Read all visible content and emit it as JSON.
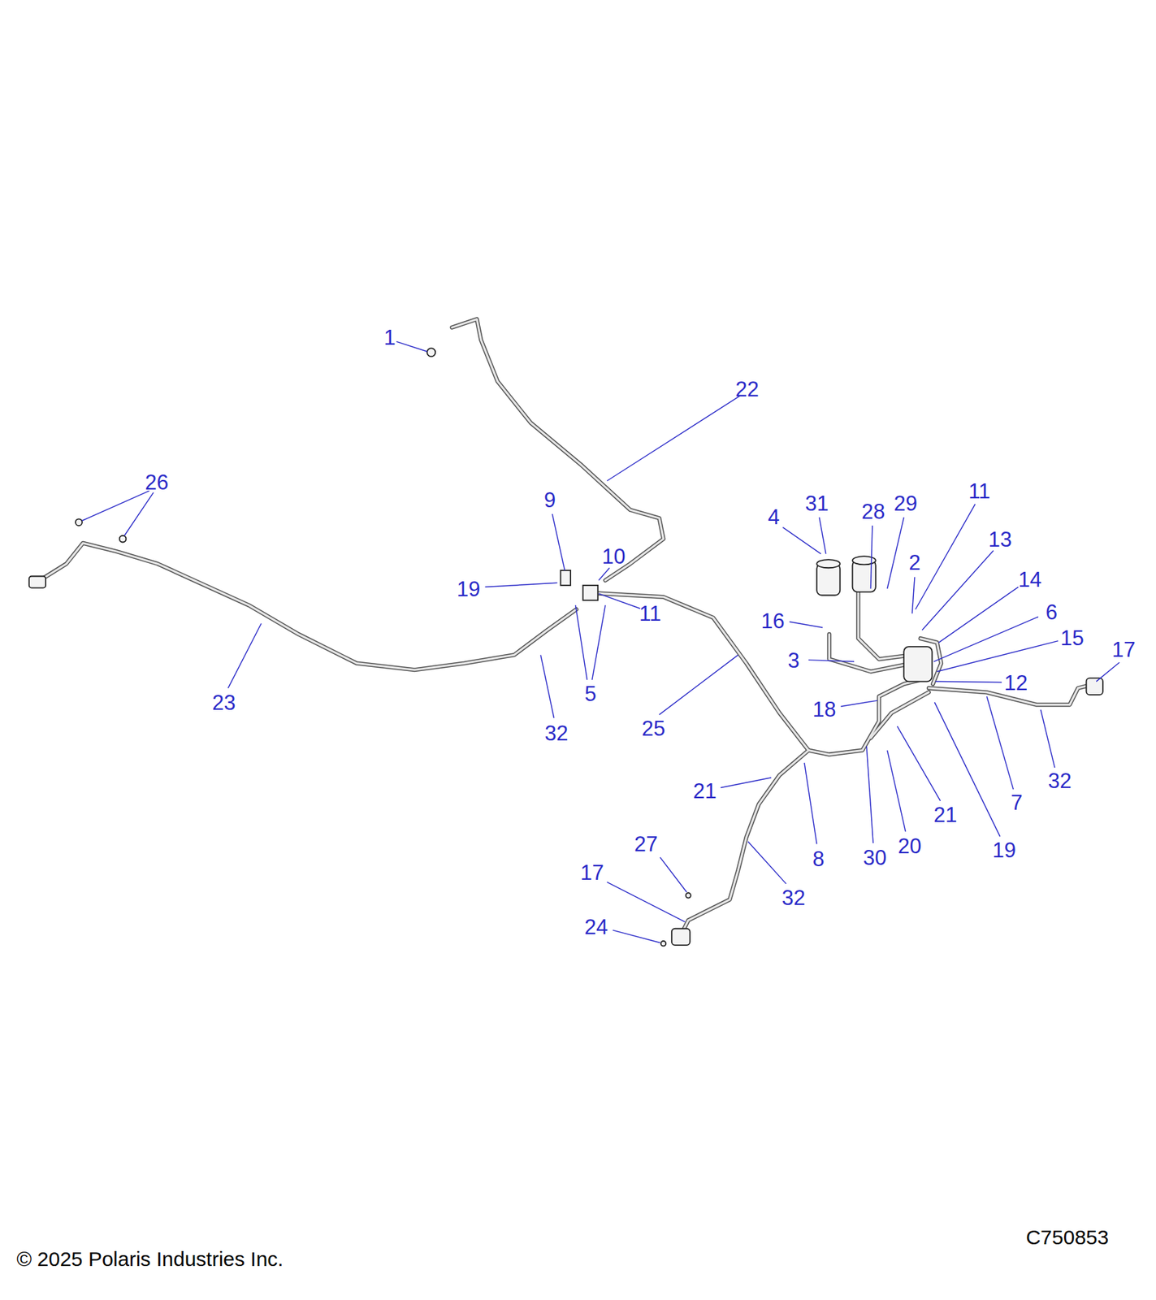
{
  "diagram": {
    "labels": [
      "1",
      "22",
      "26",
      "9",
      "10",
      "19",
      "11",
      "5",
      "23",
      "32",
      "25",
      "4",
      "31",
      "28",
      "29",
      "11",
      "13",
      "2",
      "14",
      "6",
      "16",
      "3",
      "15",
      "17",
      "12",
      "18",
      "32",
      "7",
      "21",
      "21",
      "19",
      "20",
      "30",
      "8",
      "32",
      "27",
      "17",
      "24",
      "© 2025 Polaris Industries Inc.",
      "C750853"
    ]
  }
}
